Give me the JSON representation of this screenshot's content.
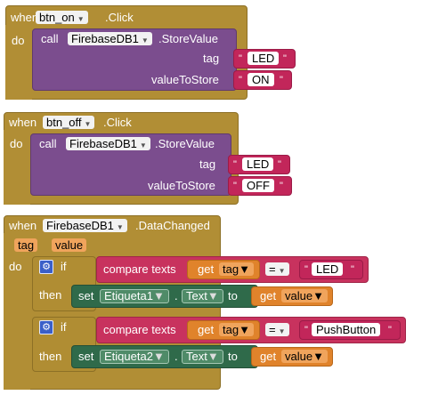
{
  "blocks": {
    "on_click": {
      "when": "when",
      "component": "btn_on",
      "event": ".Click",
      "do": "do",
      "call": "call",
      "db": "FirebaseDB1",
      "method": ".StoreValue",
      "tag_label": "tag",
      "tag_value": "LED",
      "value_label": "valueToStore",
      "value": "ON"
    },
    "off_click": {
      "when": "when",
      "component": "btn_off",
      "event": ".Click",
      "do": "do",
      "call": "call",
      "db": "FirebaseDB1",
      "method": ".StoreValue",
      "tag_label": "tag",
      "tag_value": "LED",
      "value_label": "valueToStore",
      "value": "OFF"
    },
    "data_changed": {
      "when": "when",
      "component": "FirebaseDB1",
      "event": ".DataChanged",
      "param1": "tag",
      "param2": "value",
      "do": "do",
      "if1": {
        "if": "if",
        "then": "then",
        "compare": "compare texts",
        "get": "get",
        "get_var": "tag",
        "op": "=",
        "text": "LED",
        "set": "set",
        "set_comp": "Etiqueta1",
        "dot": ".",
        "prop": "Text",
        "to": "to",
        "get2": "get",
        "get2_var": "value"
      },
      "if2": {
        "if": "if",
        "then": "then",
        "compare": "compare texts",
        "get": "get",
        "get_var": "tag",
        "op": "=",
        "text": "PushButton",
        "set": "set",
        "set_comp": "Etiqueta2",
        "dot": ".",
        "prop": "Text",
        "to": "to",
        "get2": "get",
        "get2_var": "value"
      }
    }
  },
  "colors": {
    "event": "#b18e35",
    "procedure": "#7b4d8e",
    "compare": "#c8325e",
    "set": "#2f6a4a",
    "get": "#e0832b",
    "text": "#c2265a"
  }
}
